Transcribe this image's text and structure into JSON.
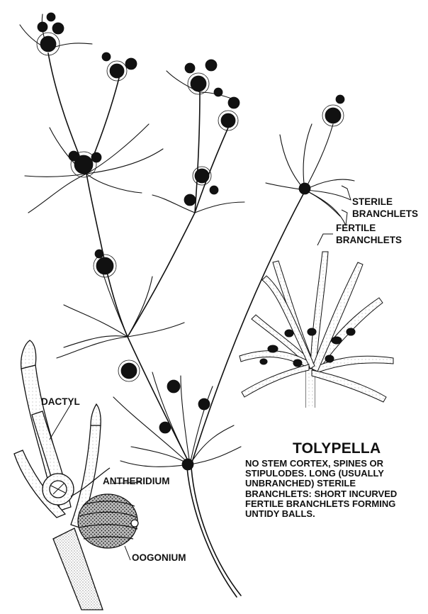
{
  "title": "TOLYPELLA",
  "description_lines": [
    "NO STEM CORTEX, SPINES OR",
    "STIPULODES. LONG (USUALLY",
    "UNBRANCHED) STERILE",
    "BRANCHLETS: SHORT INCURVED",
    "FERTILE BRANCHLETS FORMING",
    "UNTIDY BALLS."
  ],
  "labels": {
    "sterile_1": "STERILE",
    "sterile_2": "BRANCHLETS",
    "fertile_1": "FERTILE",
    "fertile_2": "BRANCHLETS",
    "dactyl": "DACTYL",
    "antheridium": "ANTHERIDIUM",
    "oogonium": "OOGONIUM"
  },
  "colors": {
    "ink": "#111111",
    "paper": "#ffffff"
  }
}
